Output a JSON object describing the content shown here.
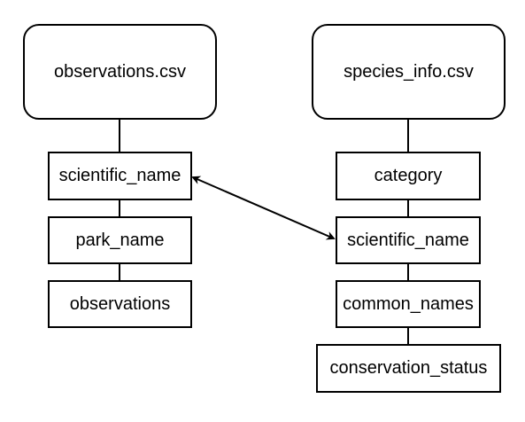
{
  "left_table": {
    "file": "observations.csv",
    "fields": [
      "scientific_name",
      "park_name",
      "observations"
    ]
  },
  "right_table": {
    "file": "species_info.csv",
    "fields": [
      "category",
      "scientific_name",
      "common_names",
      "conservation_status"
    ]
  },
  "relationship": {
    "from": "scientific_name",
    "to": "scientific_name",
    "style": "bidirectional-arrow"
  }
}
